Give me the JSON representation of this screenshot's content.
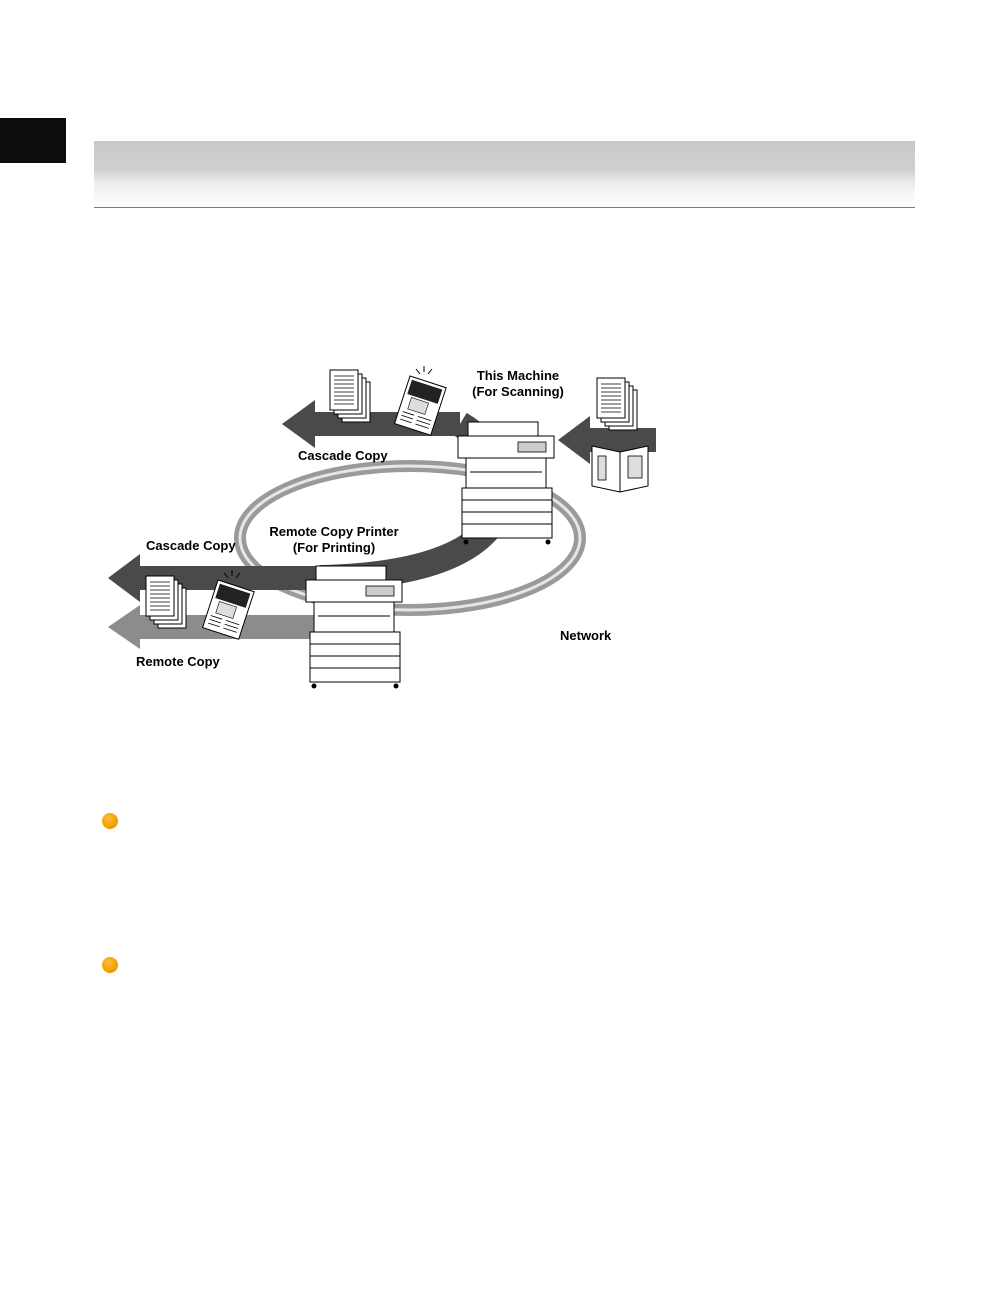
{
  "diagram": {
    "labels": {
      "this_machine_line1": "This Machine",
      "this_machine_line2": "(For Scanning)",
      "cascade_copy_top": "Cascade Copy",
      "remote_printer_line1": "Remote Copy Printer",
      "remote_printer_line2": "(For Printing)",
      "cascade_copy_left": "Cascade Copy",
      "remote_copy": "Remote Copy",
      "network": "Network"
    },
    "icons": [
      "document-stack-icon",
      "photo-print-icon",
      "copier-icon",
      "open-book-icon",
      "arrow-icon",
      "network-ring-icon"
    ],
    "colors": {
      "arrow_dark": "#4a4a4a",
      "arrow_light": "#8c8c8c",
      "ring": "#9a9a9a",
      "bullet": "#f5a000",
      "header_rule": "#d9534f"
    }
  }
}
